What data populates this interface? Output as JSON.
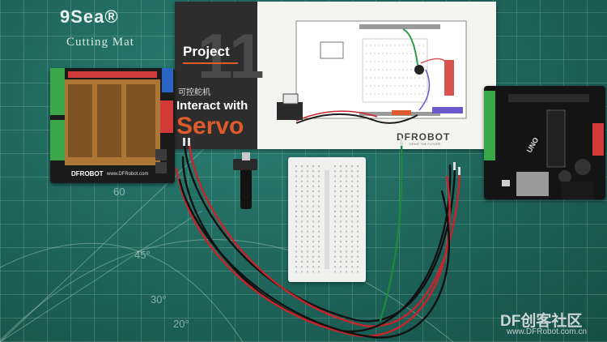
{
  "mat": {
    "brand": "9Sea®",
    "subtitle": "Cutting Mat",
    "numbers": [
      "45°",
      "30°",
      "20°",
      "60"
    ]
  },
  "card": {
    "project_label": "Project",
    "project_number": "11",
    "title_cn": "可控舵机",
    "title_line1": "Interact with",
    "title_line2": "Servo",
    "brand": "DFROBOT",
    "brand_tagline": "DRIVE THE FUTURE"
  },
  "shield": {
    "brand": "DFROBOT",
    "url": "www.DFRobot.com"
  },
  "uno": {
    "label": "UNO"
  },
  "watermark": {
    "text": "DF创客社区",
    "url": "www.DFRobot.com.cn"
  },
  "colors": {
    "mat": "#1f6b62",
    "card_dark": "#2d2d2d",
    "accent_orange": "#e05a2b",
    "wire_red": "#c8242a",
    "wire_green": "#1c8a3a",
    "wire_black": "#111111",
    "pcb_copper": "#c7863c"
  }
}
